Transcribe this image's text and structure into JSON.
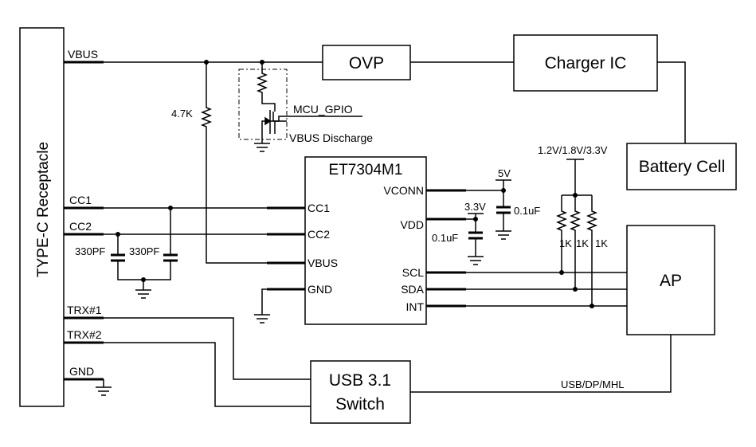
{
  "blocks": {
    "receptacle": "TYPE-C Receptacle",
    "ovp": "OVP",
    "charger": "Charger IC",
    "battery": "Battery Cell",
    "chip": "ET7304M1",
    "ap": "AP",
    "usb_switch_line1": "USB 3.1",
    "usb_switch_line2": "Switch"
  },
  "connector_pins": {
    "vbus": "VBUS",
    "cc1": "CC1",
    "cc2": "CC2",
    "trx1": "TRX#1",
    "trx2": "TRX#2",
    "gnd": "GND"
  },
  "chip_pins": {
    "cc1": "CC1",
    "cc2": "CC2",
    "vbus": "VBUS",
    "gnd": "GND",
    "vconn": "VCONN",
    "vdd": "VDD",
    "scl": "SCL",
    "sda": "SDA",
    "int": "INT"
  },
  "labels": {
    "r_vbus": "4.7K",
    "mcu_gpio": "MCU_GPIO",
    "vbus_discharge": "VBUS Discharge",
    "cap_cc2": "330PF",
    "cap_cc1": "330PF",
    "rail_5v": "5V",
    "rail_3v3": "3.3V",
    "cap_vconn": "0.1uF",
    "cap_vdd": "0.1uF",
    "pullup_rail": "1.2V/1.8V/3.3V",
    "r_pull1": "1K",
    "r_pull2": "1K",
    "r_pull3": "1K",
    "usb_dp_mhl": "USB/DP/MHL"
  }
}
